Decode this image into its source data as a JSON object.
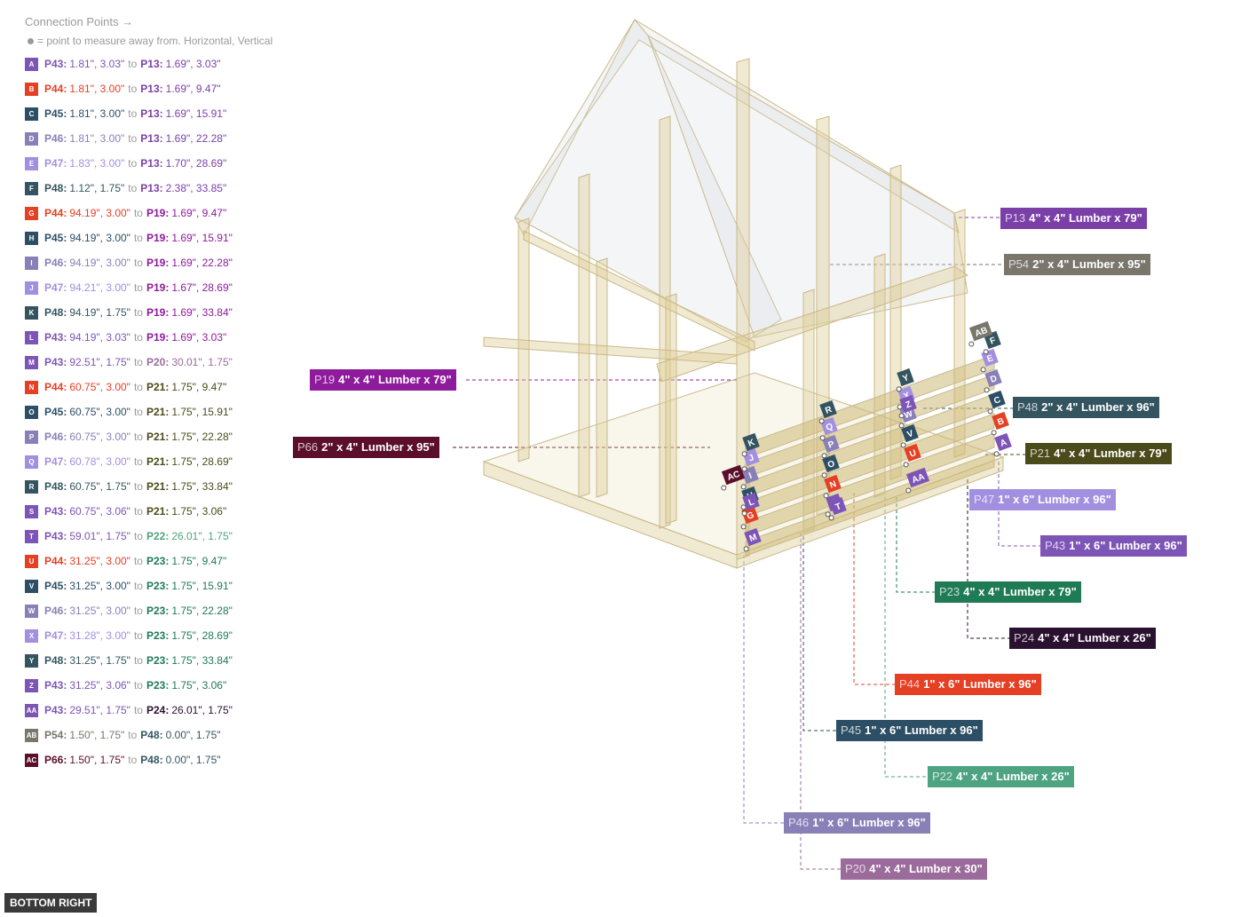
{
  "panel": {
    "title": "Connection Points →",
    "legend": "= point to measure away from. Horizontal, Vertical"
  },
  "parts": {
    "P13": {
      "color": "#7b3fa8"
    },
    "P19": {
      "color": "#8e1a9c"
    },
    "P20": {
      "color": "#9b6b9b"
    },
    "P21": {
      "color": "#4b4a1a"
    },
    "P22": {
      "color": "#4ea381"
    },
    "P23": {
      "color": "#1f7a56"
    },
    "P24": {
      "color": "#2a1130"
    },
    "P43": {
      "color": "#7d55b6"
    },
    "P44": {
      "color": "#e53f24"
    },
    "P45": {
      "color": "#2d4f66"
    },
    "P46": {
      "color": "#8a80b8"
    },
    "P47": {
      "color": "#a28fe0"
    },
    "P48": {
      "color": "#345560"
    },
    "P54": {
      "color": "#7a766c"
    },
    "P66": {
      "color": "#5c0f2b"
    }
  },
  "connections": [
    {
      "letter": "A",
      "from": "P43",
      "from_val": "1.81\", 3.03\"",
      "to": "P13",
      "to_val": "1.69\", 3.03\""
    },
    {
      "letter": "B",
      "from": "P44",
      "from_val": "1.81\", 3.00\"",
      "to": "P13",
      "to_val": "1.69\", 9.47\""
    },
    {
      "letter": "C",
      "from": "P45",
      "from_val": "1.81\", 3.00\"",
      "to": "P13",
      "to_val": "1.69\", 15.91\""
    },
    {
      "letter": "D",
      "from": "P46",
      "from_val": "1.81\", 3.00\"",
      "to": "P13",
      "to_val": "1.69\", 22.28\""
    },
    {
      "letter": "E",
      "from": "P47",
      "from_val": "1.83\", 3.00\"",
      "to": "P13",
      "to_val": "1.70\", 28.69\""
    },
    {
      "letter": "F",
      "from": "P48",
      "from_val": "1.12\", 1.75\"",
      "to": "P13",
      "to_val": "2.38\", 33.85\""
    },
    {
      "letter": "G",
      "from": "P44",
      "from_val": "94.19\", 3.00\"",
      "to": "P19",
      "to_val": "1.69\", 9.47\""
    },
    {
      "letter": "H",
      "from": "P45",
      "from_val": "94.19\", 3.00\"",
      "to": "P19",
      "to_val": "1.69\", 15.91\""
    },
    {
      "letter": "I",
      "from": "P46",
      "from_val": "94.19\", 3.00\"",
      "to": "P19",
      "to_val": "1.69\", 22.28\""
    },
    {
      "letter": "J",
      "from": "P47",
      "from_val": "94.21\", 3.00\"",
      "to": "P19",
      "to_val": "1.67\", 28.69\""
    },
    {
      "letter": "K",
      "from": "P48",
      "from_val": "94.19\", 1.75\"",
      "to": "P19",
      "to_val": "1.69\", 33.84\""
    },
    {
      "letter": "L",
      "from": "P43",
      "from_val": "94.19\", 3.03\"",
      "to": "P19",
      "to_val": "1.69\", 3.03\""
    },
    {
      "letter": "M",
      "from": "P43",
      "from_val": "92.51\", 1.75\"",
      "to": "P20",
      "to_val": "30.01\", 1.75\""
    },
    {
      "letter": "N",
      "from": "P44",
      "from_val": "60.75\", 3.00\"",
      "to": "P21",
      "to_val": "1.75\", 9.47\""
    },
    {
      "letter": "O",
      "from": "P45",
      "from_val": "60.75\", 3.00\"",
      "to": "P21",
      "to_val": "1.75\", 15.91\""
    },
    {
      "letter": "P",
      "from": "P46",
      "from_val": "60.75\", 3.00\"",
      "to": "P21",
      "to_val": "1.75\", 22.28\""
    },
    {
      "letter": "Q",
      "from": "P47",
      "from_val": "60.78\", 3.00\"",
      "to": "P21",
      "to_val": "1.75\", 28.69\""
    },
    {
      "letter": "R",
      "from": "P48",
      "from_val": "60.75\", 1.75\"",
      "to": "P21",
      "to_val": "1.75\", 33.84\""
    },
    {
      "letter": "S",
      "from": "P43",
      "from_val": "60.75\", 3.06\"",
      "to": "P21",
      "to_val": "1.75\", 3.06\""
    },
    {
      "letter": "T",
      "from": "P43",
      "from_val": "59.01\", 1.75\"",
      "to": "P22",
      "to_val": "26.01\", 1.75\""
    },
    {
      "letter": "U",
      "from": "P44",
      "from_val": "31.25\", 3.00\"",
      "to": "P23",
      "to_val": "1.75\", 9.47\""
    },
    {
      "letter": "V",
      "from": "P45",
      "from_val": "31.25\", 3.00\"",
      "to": "P23",
      "to_val": "1.75\", 15.91\""
    },
    {
      "letter": "W",
      "from": "P46",
      "from_val": "31.25\", 3.00\"",
      "to": "P23",
      "to_val": "1.75\", 22.28\""
    },
    {
      "letter": "X",
      "from": "P47",
      "from_val": "31.28\", 3.00\"",
      "to": "P23",
      "to_val": "1.75\", 28.69\""
    },
    {
      "letter": "Y",
      "from": "P48",
      "from_val": "31.25\", 1.75\"",
      "to": "P23",
      "to_val": "1.75\", 33.84\""
    },
    {
      "letter": "Z",
      "from": "P43",
      "from_val": "31.25\", 3.06\"",
      "to": "P23",
      "to_val": "1.75\", 3.06\""
    },
    {
      "letter": "AA",
      "from": "P43",
      "from_val": "29.51\", 1.75\"",
      "to": "P24",
      "to_val": "26.01\", 1.75\""
    },
    {
      "letter": "AB",
      "from": "P54",
      "from_val": "1.50\", 1.75\"",
      "to": "P48",
      "to_val": "0.00\", 1.75\""
    },
    {
      "letter": "AC",
      "from": "P66",
      "from_val": "1.50\", 1.75\"",
      "to": "P48",
      "to_val": "0.00\", 1.75\""
    }
  ],
  "callouts": {
    "p13": {
      "id": "P13",
      "desc": "4\" x 4\" Lumber x 79\""
    },
    "p54": {
      "id": "P54",
      "desc": "2\" x 4\" Lumber  x 95\""
    },
    "p19": {
      "id": "P19",
      "desc": "4\" x 4\" Lumber x 79\""
    },
    "p66": {
      "id": "P66",
      "desc": "2\" x 4\" Lumber  x 95\""
    },
    "p48": {
      "id": "P48",
      "desc": "2\" x 4\" Lumber  x 96\""
    },
    "p21": {
      "id": "P21",
      "desc": "4\" x 4\" Lumber x 79\""
    },
    "p47": {
      "id": "P47",
      "desc": "1\" x 6\" Lumber x 96\""
    },
    "p43": {
      "id": "P43",
      "desc": "1\" x 6\" Lumber x 96\""
    },
    "p23": {
      "id": "P23",
      "desc": "4\" x 4\" Lumber x 79\""
    },
    "p24": {
      "id": "P24",
      "desc": "4\" x 4\" Lumber x 26\""
    },
    "p44": {
      "id": "P44",
      "desc": "1\" x 6\" Lumber x 96\""
    },
    "p45": {
      "id": "P45",
      "desc": "1\" x 6\" Lumber x 96\""
    },
    "p22": {
      "id": "P22",
      "desc": "4\" x 4\" Lumber x 26\""
    },
    "p46": {
      "id": "P46",
      "desc": "1\" x 6\" Lumber x 96\""
    },
    "p20": {
      "id": "P20",
      "desc": "4\" x 4\" Lumber x 30\""
    }
  },
  "view_button": {
    "label": "BOTTOM RIGHT"
  }
}
